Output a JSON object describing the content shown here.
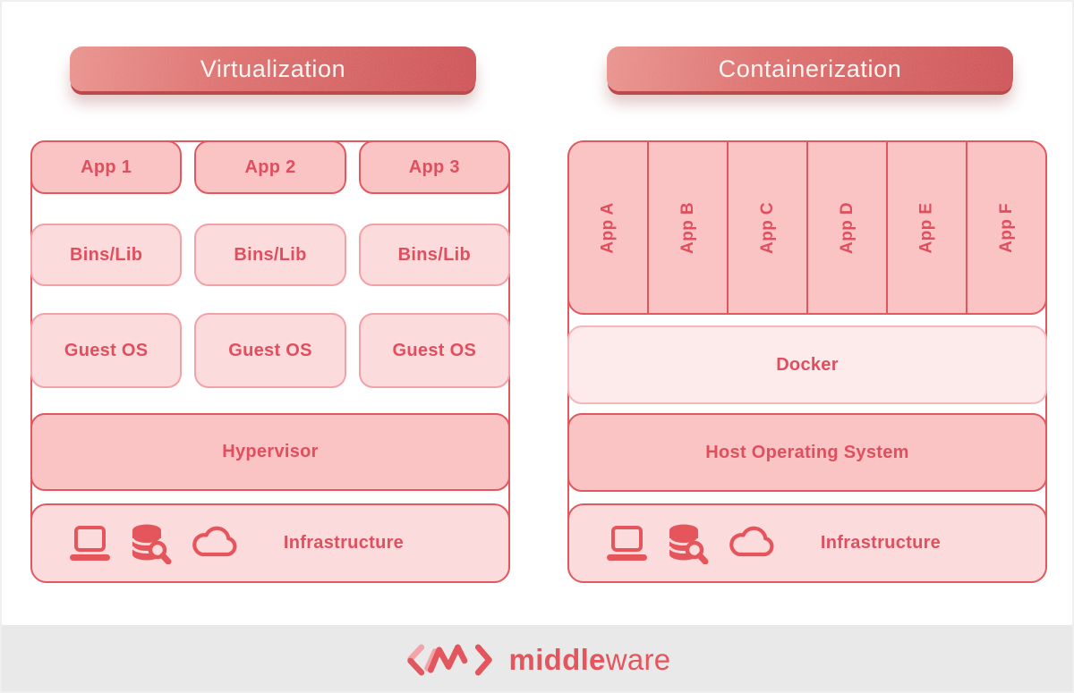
{
  "virtualization": {
    "title": "Virtualization",
    "apps": [
      "App 1",
      "App 2",
      "App 3"
    ],
    "bins": [
      "Bins/Lib",
      "Bins/Lib",
      "Bins/Lib"
    ],
    "guest_os": [
      "Guest OS",
      "Guest OS",
      "Guest OS"
    ],
    "hypervisor": "Hypervisor",
    "infrastructure": "Infrastructure"
  },
  "containerization": {
    "title": "Containerization",
    "apps": [
      "App A",
      "App B",
      "App C",
      "App D",
      "App E",
      "App F"
    ],
    "docker": "Docker",
    "host_os": "Host Operating System",
    "infrastructure": "Infrastructure"
  },
  "footer": {
    "brand_bold": "middle",
    "brand_light": "ware"
  },
  "icons": {
    "infrastructure": [
      "laptop-icon",
      "database-search-icon",
      "cloud-icon"
    ],
    "logo": "code-chevrons-wave-icon"
  },
  "colors": {
    "accent_red": "#e2585f",
    "text_red": "#e04f5e",
    "mid_pink": "#fac3c4",
    "light_pink": "#fcdbdc",
    "pale_pink": "#fdeaea",
    "header_gradient_start": "#e9908c",
    "header_gradient_end": "#cc4e52",
    "header_text": "#fdf5f2",
    "footer_bg": "#e9e9e9",
    "logo_red": "#e4565e",
    "logo_light_pink": "#f2a5a8"
  }
}
